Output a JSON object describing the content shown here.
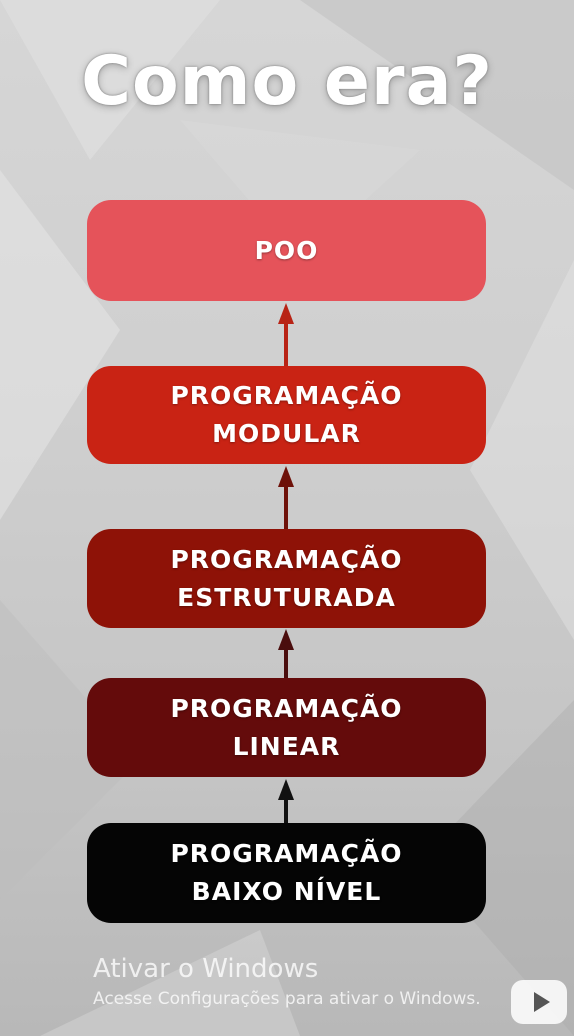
{
  "title": "Como era?",
  "boxes": [
    {
      "lines": [
        "POO"
      ],
      "color": "#e5535a"
    },
    {
      "lines": [
        "PROGRAMAÇÃO",
        "MODULAR"
      ],
      "color": "#c92314"
    },
    {
      "lines": [
        "PROGRAMAÇÃO",
        "ESTRUTURADA"
      ],
      "color": "#8e1207"
    },
    {
      "lines": [
        "PROGRAMAÇÃO",
        "LINEAR"
      ],
      "color": "#640b0b"
    },
    {
      "lines": [
        "PROGRAMAÇÃO",
        "BAIXO NÍVEL"
      ],
      "color": "#050505"
    }
  ],
  "arrows": [
    {
      "from": "PROGRAMAÇÃO BAIXO NÍVEL",
      "to": "PROGRAMAÇÃO LINEAR",
      "color": "#111111"
    },
    {
      "from": "PROGRAMAÇÃO LINEAR",
      "to": "PROGRAMAÇÃO ESTRUTURADA",
      "color": "#4a0d0d"
    },
    {
      "from": "PROGRAMAÇÃO ESTRUTURADA",
      "to": "PROGRAMAÇÃO MODULAR",
      "color": "#6e1109"
    },
    {
      "from": "PROGRAMAÇÃO MODULAR",
      "to": "POO",
      "color": "#b82315"
    }
  ],
  "watermark": {
    "title": "Ativar o Windows",
    "subtitle": "Acesse Configurações para ativar o Windows."
  },
  "icons": {
    "play": "play-icon"
  }
}
